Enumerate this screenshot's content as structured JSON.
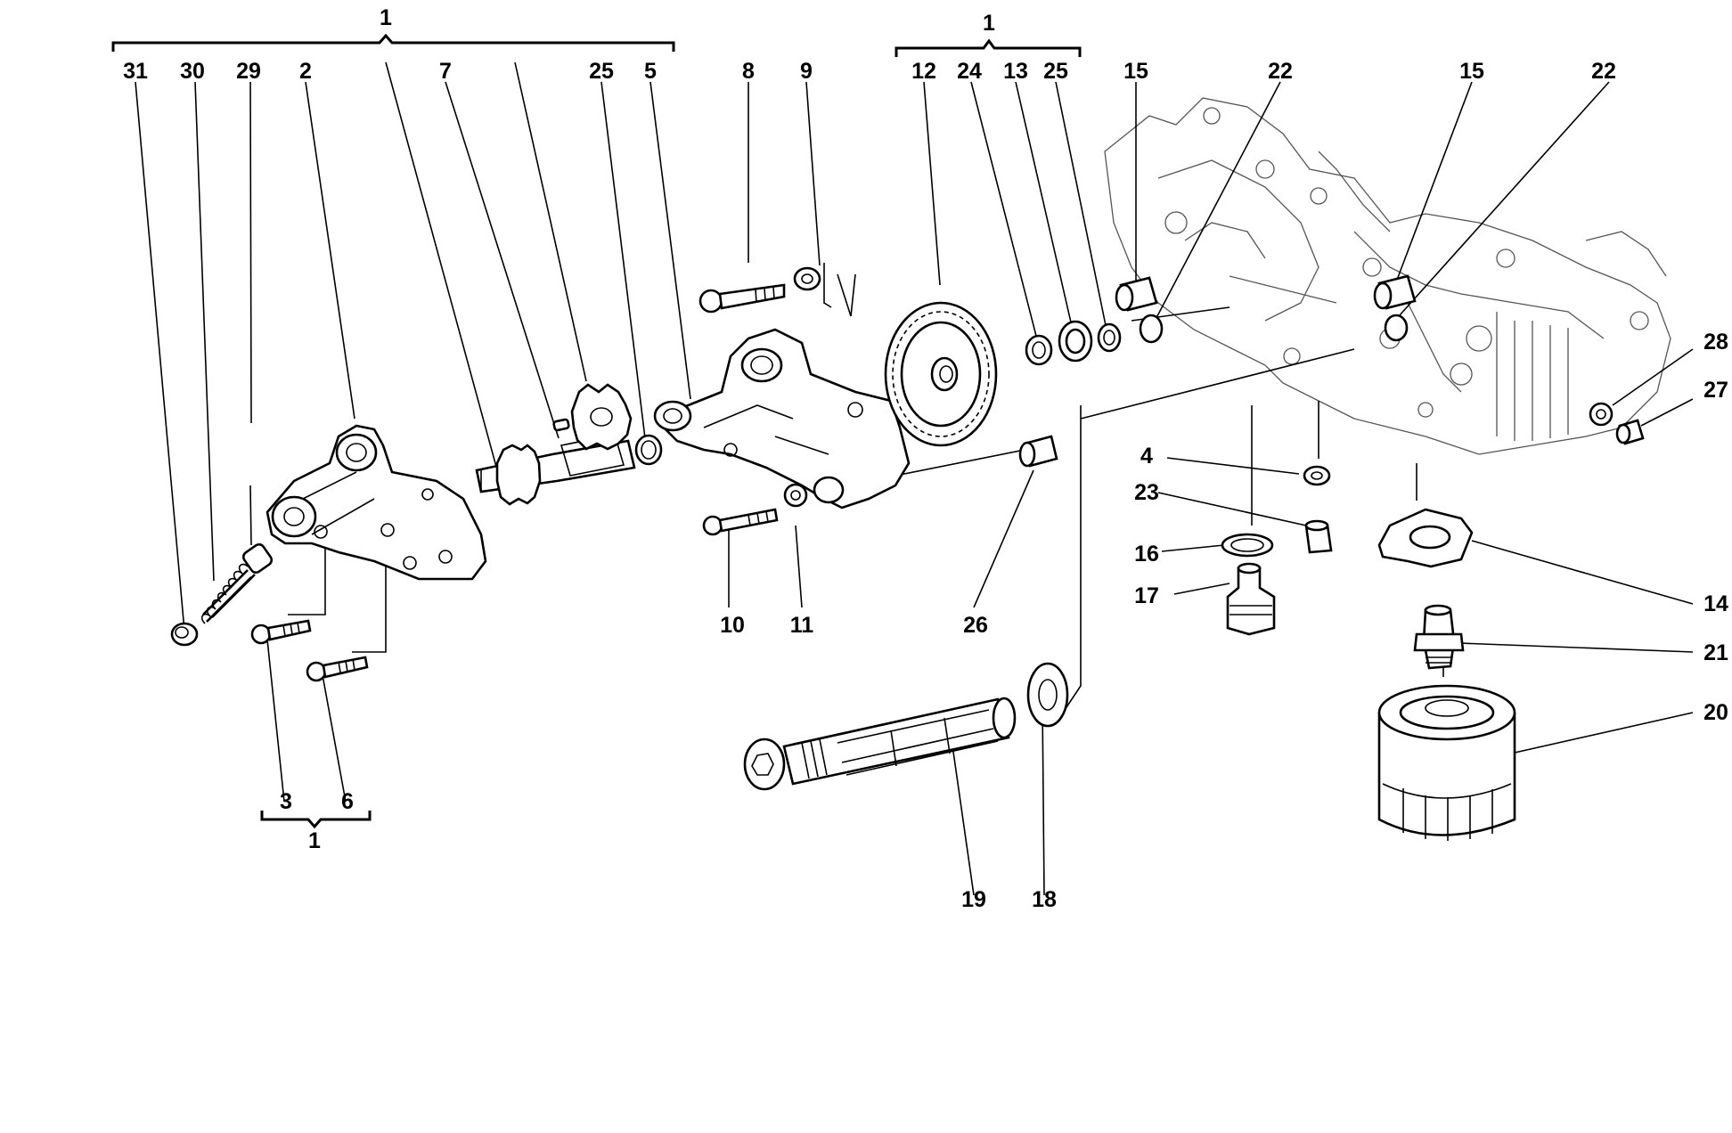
{
  "diagram": {
    "callouts": {
      "c31": "31",
      "c30": "30",
      "c29": "29",
      "c2": "2",
      "c7": "7",
      "c25a": "25",
      "c5": "5",
      "c8": "8",
      "c9": "9",
      "c12": "12",
      "c24": "24",
      "c13": "13",
      "c25b": "25",
      "c15a": "15",
      "c22a": "22",
      "c15b": "15",
      "c22b": "22",
      "c28": "28",
      "c27": "27",
      "c4": "4",
      "c23": "23",
      "c16": "16",
      "c17": "17",
      "c14": "14",
      "c21": "21",
      "c20": "20",
      "c10": "10",
      "c11": "11",
      "c26": "26",
      "c19": "19",
      "c18": "18",
      "c3": "3",
      "c6": "6"
    },
    "group_labels": {
      "g1a": "1",
      "g1b": "1",
      "g1c": "1"
    }
  }
}
